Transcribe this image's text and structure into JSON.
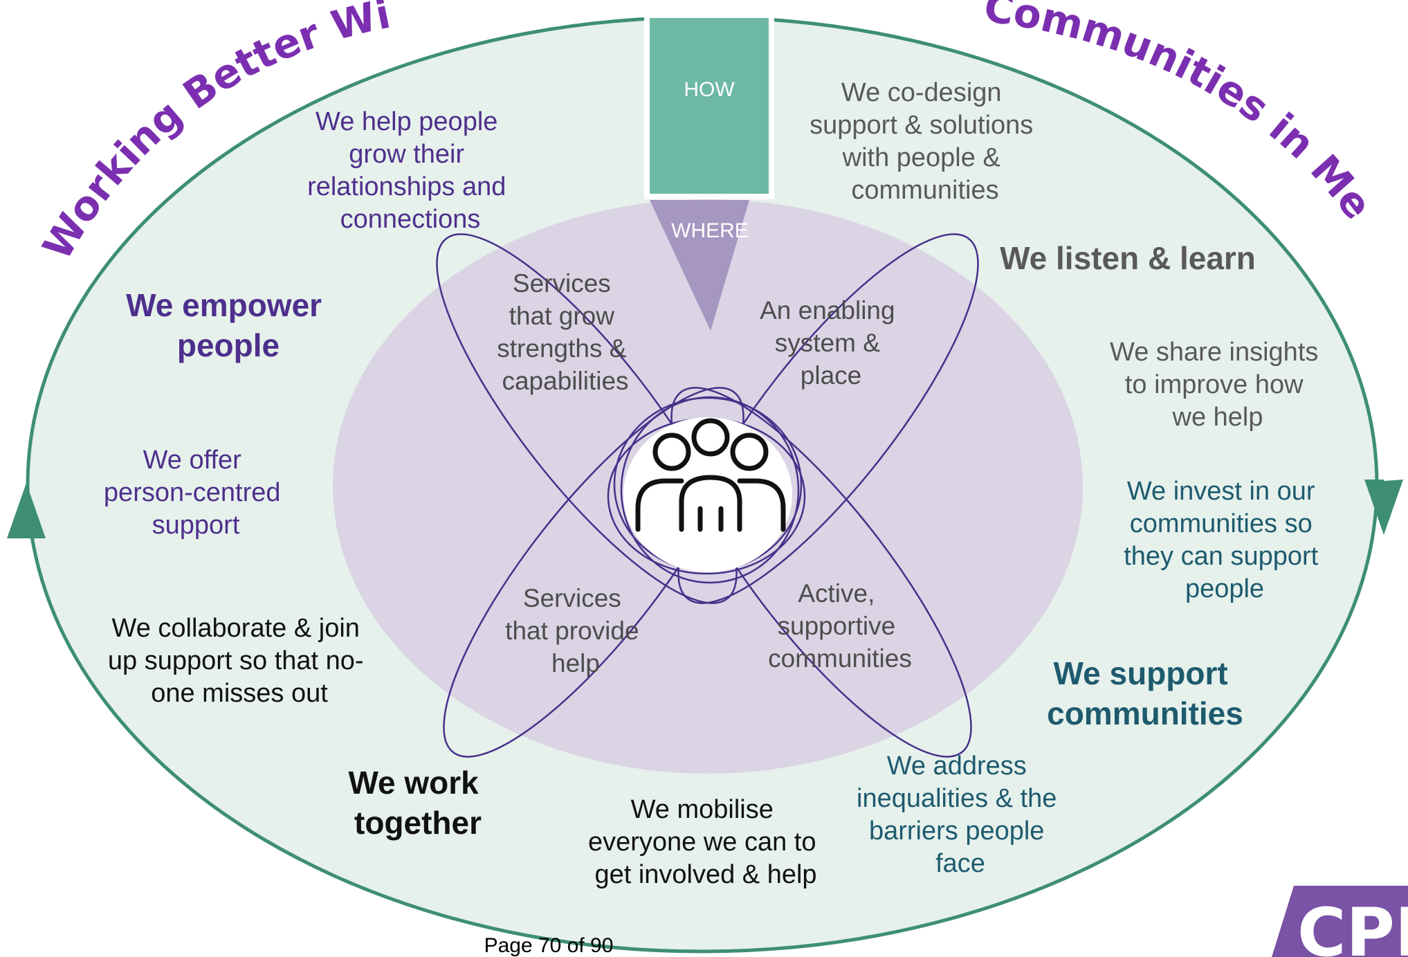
{
  "arc_titles": {
    "left": "Working Better With",
    "right": "Communities in Merton"
  },
  "center_labels": {
    "how": "HOW",
    "where": "WHERE"
  },
  "petals": [
    [
      "Services",
      "that grow",
      "strengths &",
      "capabilities"
    ],
    [
      "An enabling",
      "system &",
      "place"
    ],
    [
      "Services",
      "that provide",
      "help"
    ],
    [
      "Active,",
      "supportive",
      "communities"
    ]
  ],
  "headings": {
    "empower": [
      "We empower",
      "people"
    ],
    "listen": [
      "We listen & learn"
    ],
    "support": [
      "We support",
      "communities"
    ],
    "work": [
      "We work",
      "together"
    ]
  },
  "statements": {
    "grow_relationships": [
      "We help people",
      "grow their",
      "relationships and",
      "connections"
    ],
    "co_design": [
      "We co-design",
      "support & solutions",
      "with people &",
      "communities"
    ],
    "person_centred": [
      "We offer",
      "person-centred",
      "support"
    ],
    "collaborate": [
      "We collaborate & join",
      "up support so that no-",
      "one misses out"
    ],
    "share_insights": [
      "We share insights",
      "to improve how",
      "we help"
    ],
    "invest": [
      "We invest in our",
      "communities so",
      "they can support",
      "people"
    ],
    "address": [
      "We address",
      "inequalities & the",
      "barriers people",
      "face"
    ],
    "mobilise": [
      "We mobilise",
      "everyone we can to",
      "get involved & help"
    ]
  },
  "page_number": "Page 70 of 90",
  "logo": "CPF",
  "colors": {
    "outer_fill": "#e6f1ec",
    "outer_stroke": "#3e8f72",
    "inner_fill": "#dad4e4",
    "petal_stroke": "#46308a",
    "how_box": "#6db9a4",
    "where_triangle": "#a597c0",
    "logo_bg": "#7a52a6"
  }
}
